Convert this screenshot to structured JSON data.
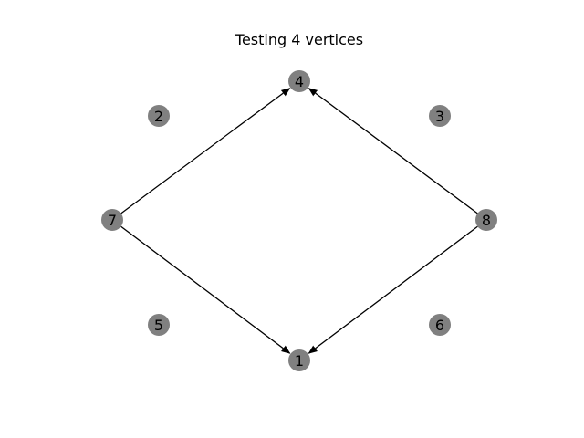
{
  "title": "Testing 4 vertices",
  "colors": {
    "node_fill": "#808080",
    "edge": "#000000",
    "label": "#000000",
    "background": "#ffffff"
  },
  "nodes": [
    {
      "id": "1",
      "label": "1"
    },
    {
      "id": "2",
      "label": "2"
    },
    {
      "id": "3",
      "label": "3"
    },
    {
      "id": "4",
      "label": "4"
    },
    {
      "id": "5",
      "label": "5"
    },
    {
      "id": "6",
      "label": "6"
    },
    {
      "id": "7",
      "label": "7"
    },
    {
      "id": "8",
      "label": "8"
    }
  ],
  "edges": [
    {
      "from": "7",
      "to": "4",
      "directed": true
    },
    {
      "from": "7",
      "to": "1",
      "directed": true
    },
    {
      "from": "8",
      "to": "4",
      "directed": true
    },
    {
      "from": "8",
      "to": "1",
      "directed": true
    }
  ]
}
